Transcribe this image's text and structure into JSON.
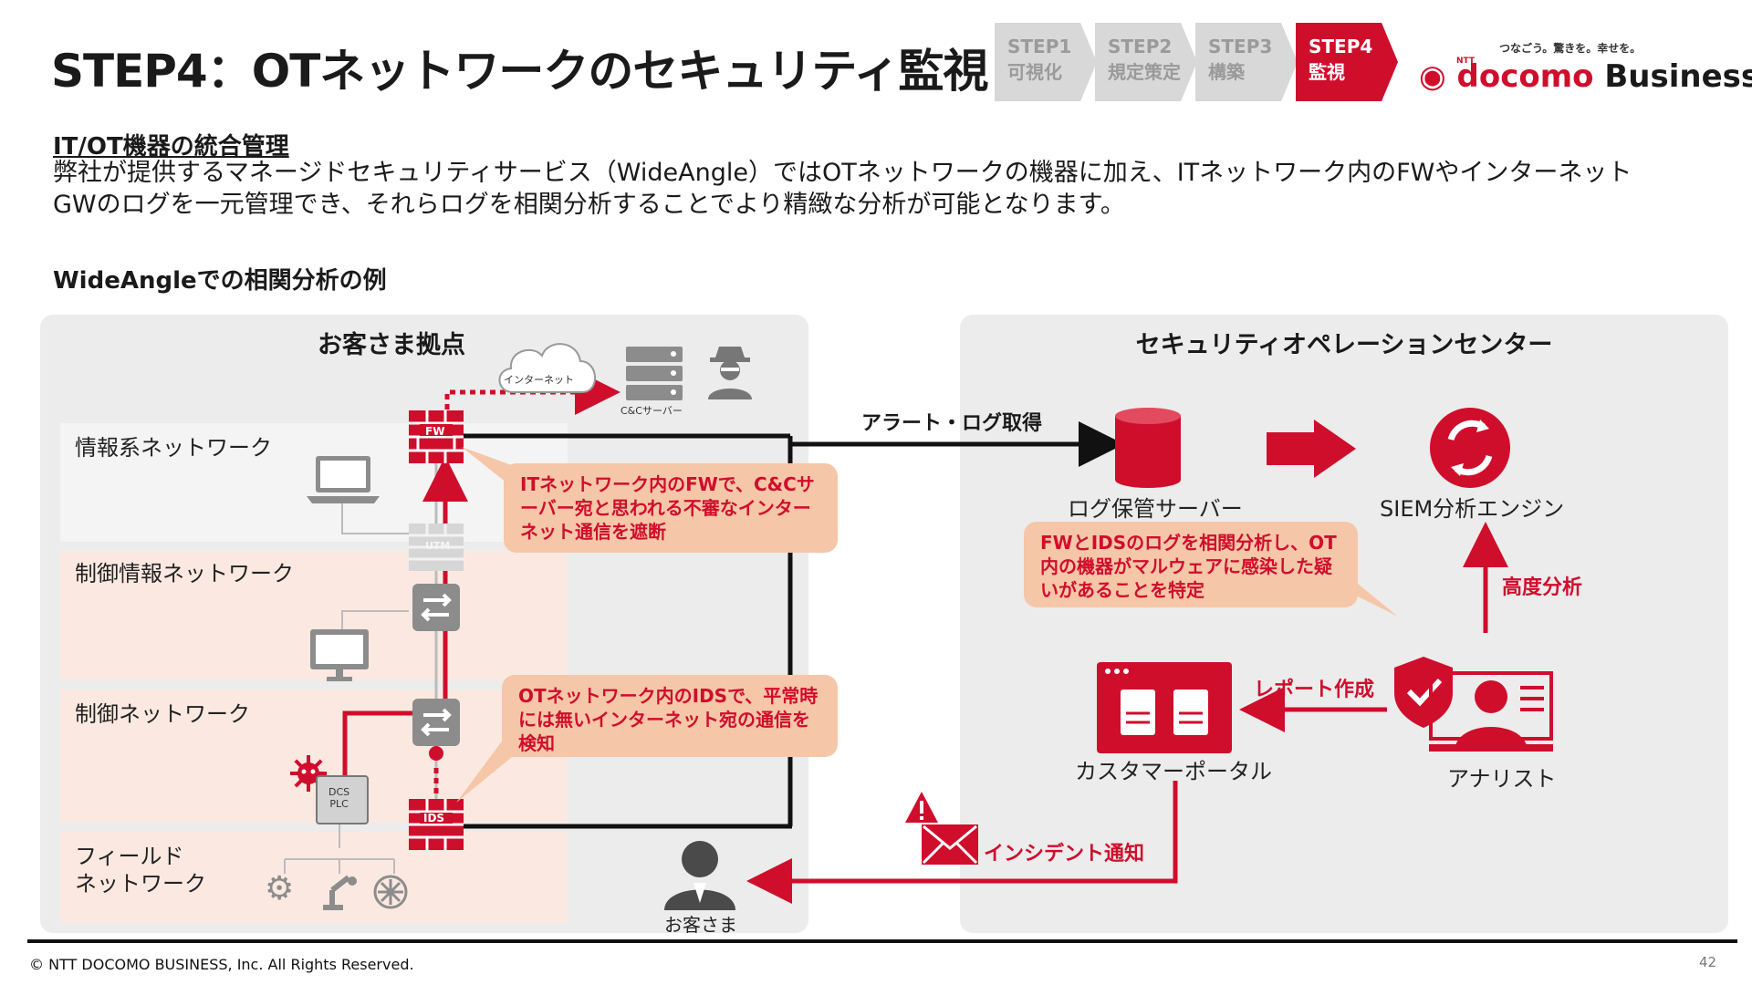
{
  "header": {
    "title": "STEP4：OTネットワークのセキュリティ監視",
    "steps": [
      {
        "line1": "STEP1",
        "line2": "可視化",
        "active": false
      },
      {
        "line1": "STEP2",
        "line2": "規定策定",
        "active": false
      },
      {
        "line1": "STEP3",
        "line2": "構築",
        "active": false
      },
      {
        "line1": "STEP4",
        "line2": "監視",
        "active": true
      }
    ],
    "logo_tagline": "つなごう。驚きを。幸せを。",
    "logo_ntt": "NTT",
    "logo_docomo": "docomo",
    "logo_business": "Business"
  },
  "intro": {
    "heading": "IT/OT機器の統合管理",
    "line1": "弊社が提供するマネージドセキュリティサービス（WideAngle）ではOTネットワークの機器に加え、ITネットワーク内のFWやインターネット",
    "line2": "GWのログを一元管理でき、それらログを相関分析することでより精緻な分析が可能となります。"
  },
  "diagram": {
    "subtitle": "WideAngleでの相関分析の例",
    "left_panel": {
      "title": "お客さま拠点",
      "networks": {
        "info": "情報系ネットワーク",
        "control_info": "制御情報ネットワーク",
        "control": "制御ネットワーク",
        "field_line1": "フィールド",
        "field_line2": "ネットワーク"
      },
      "internet_label": "インターネット",
      "cc_server_label": "C&Cサーバー",
      "fw_label": "FW",
      "utm_label": "UTM",
      "ids_label": "IDS",
      "dcs_line1": "DCS",
      "dcs_line2": "PLC",
      "customer_label": "お客さま",
      "callout_fw": "ITネットワーク内のFWで、C&Cサーバー宛と思われる不審なインターネット通信を遮断",
      "callout_ids": "OTネットワーク内のIDSで、平常時には無いインターネット宛の通信を検知"
    },
    "right_panel": {
      "title": "セキュリティオペレーションセンター",
      "alert_label": "アラート・ログ取得",
      "log_server": "ログ保管サーバー",
      "siem": "SIEM分析エンジン",
      "callout_corr": "FWとIDSのログを相関分析し、OT内の機器がマルウェアに感染した疑いがあることを特定",
      "advanced": "高度分析",
      "report": "レポート作成",
      "portal": "カスタマーポータル",
      "analyst": "アナリスト",
      "incident": "インシデント通知"
    }
  },
  "footer": {
    "copyright": "© NTT DOCOMO BUSINESS, Inc. All Rights Reserved.",
    "page": "42"
  },
  "colors": {
    "brand_red": "#cf0e2c",
    "gray_device": "#8c8c8c",
    "callout_bg": "#f6c6a8"
  }
}
